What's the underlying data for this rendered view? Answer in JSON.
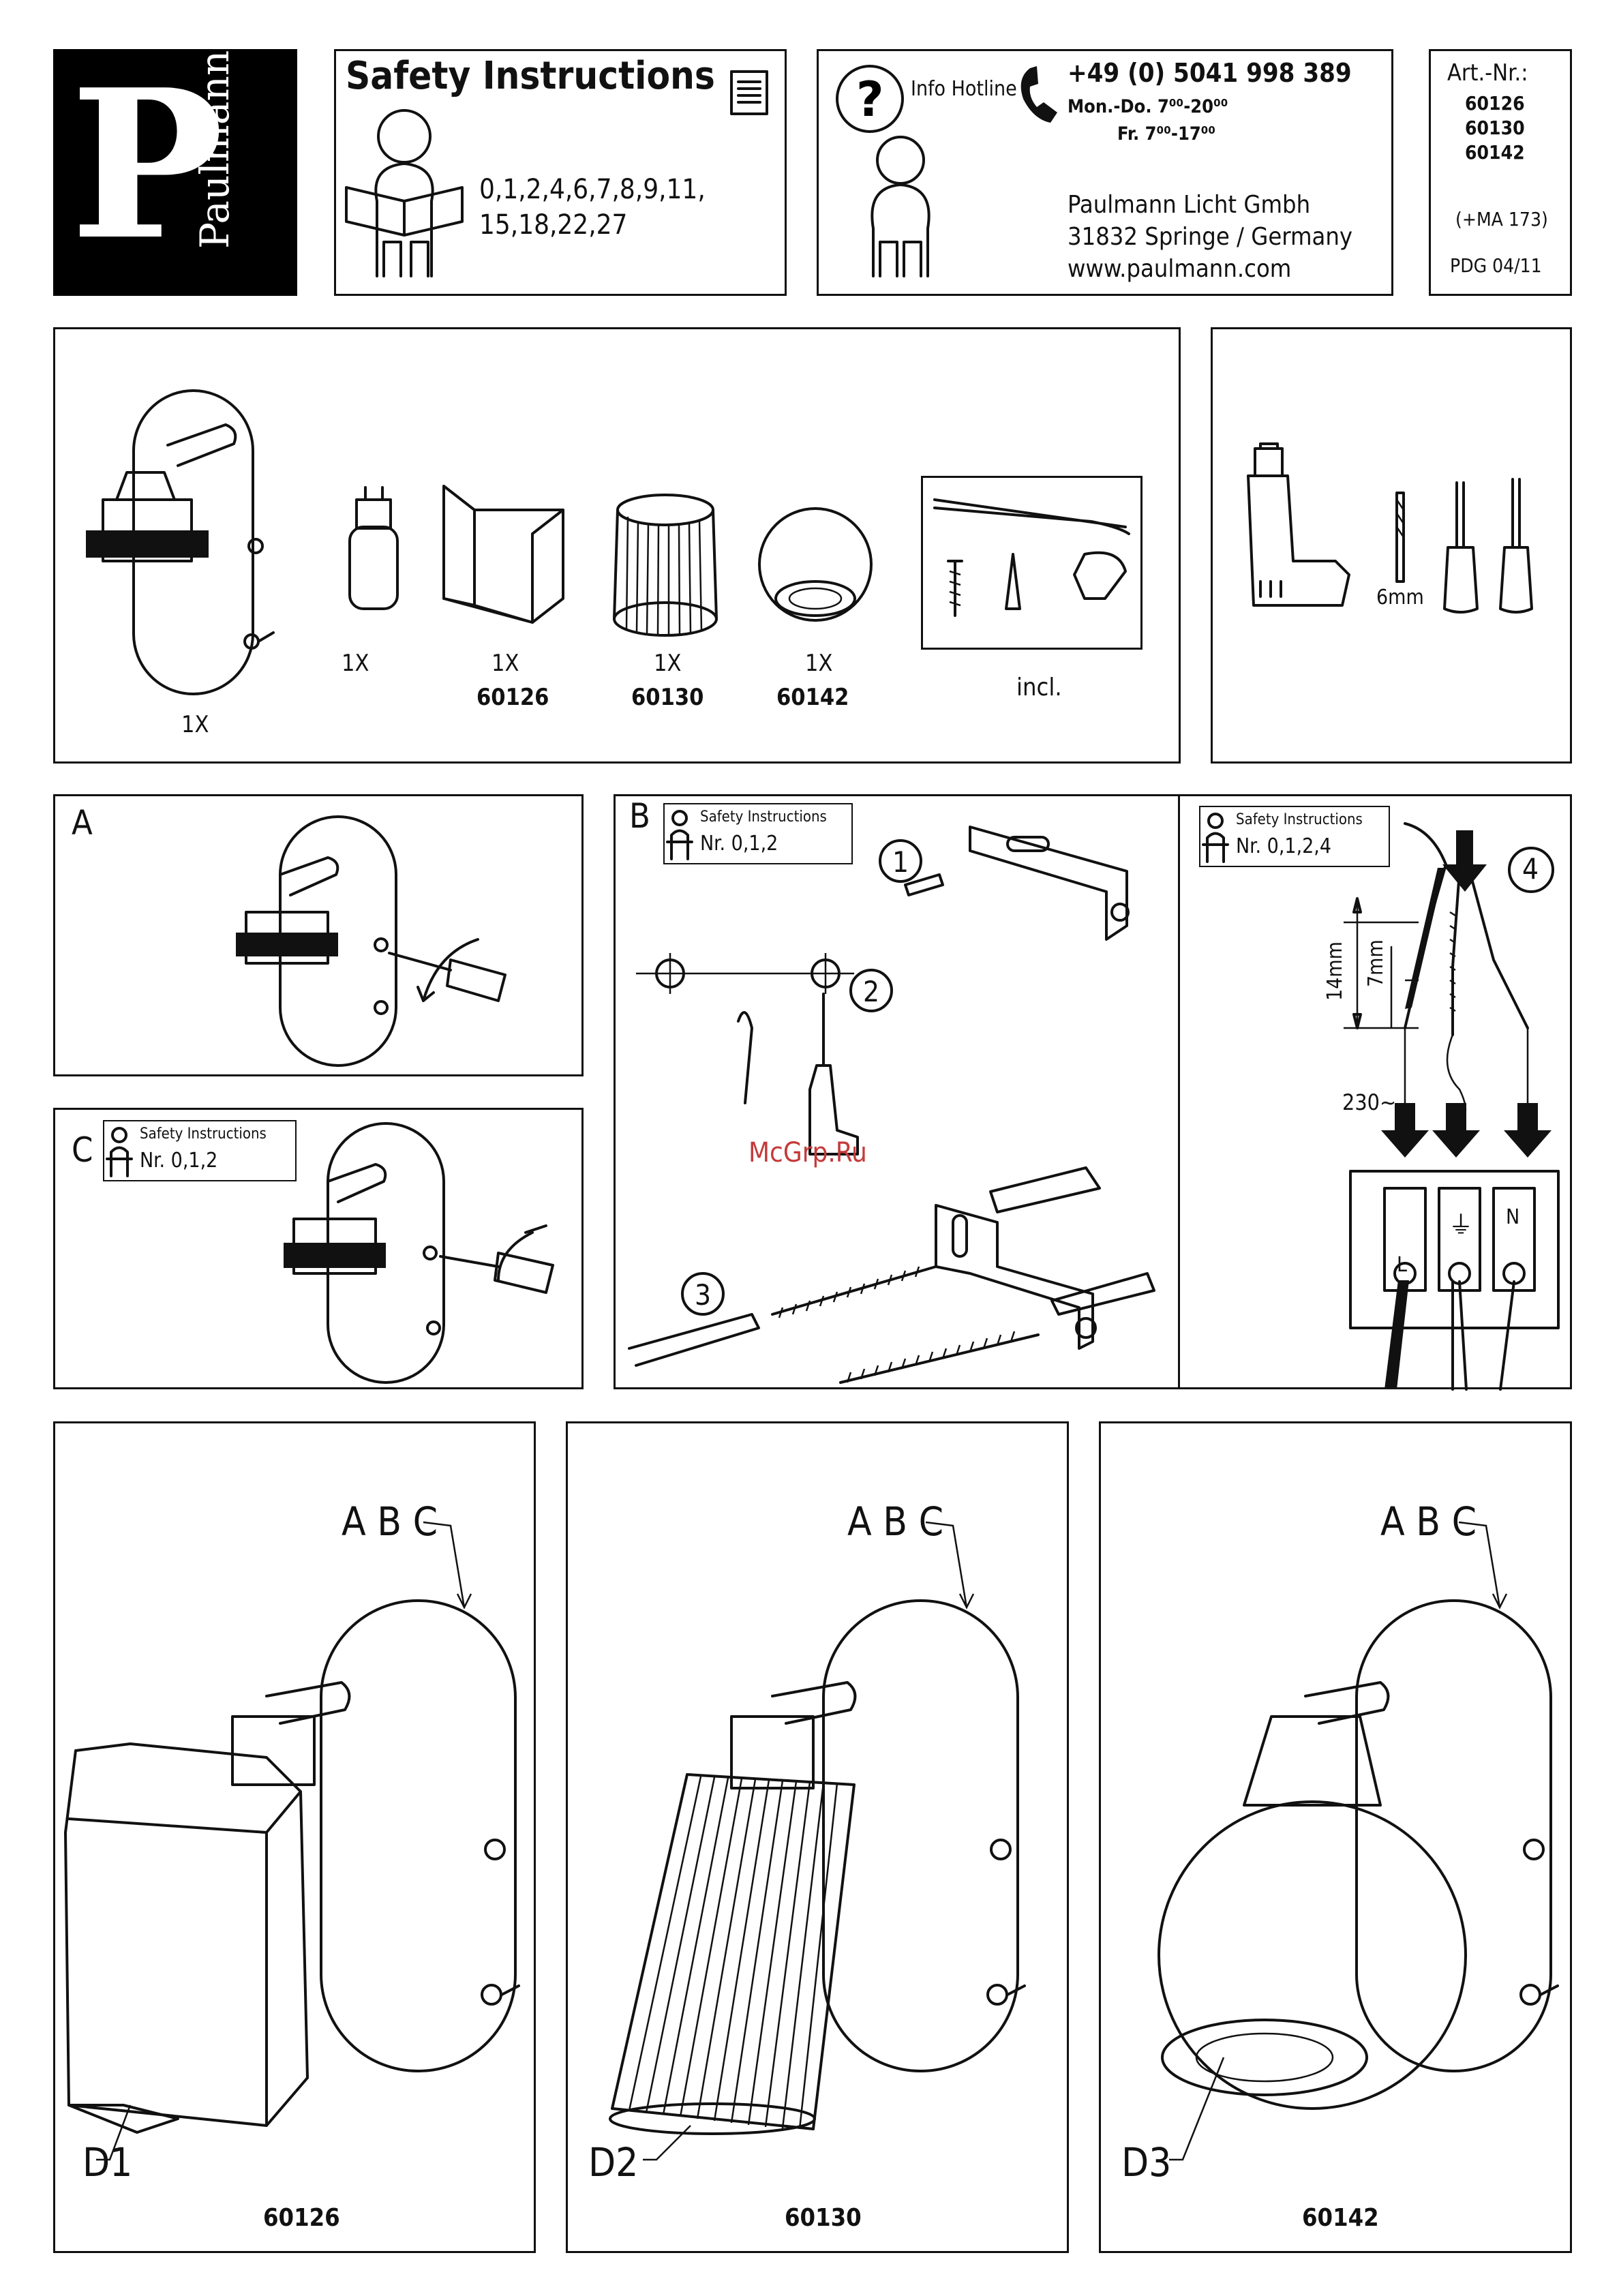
{
  "header": {
    "brand_name": "Paulmann",
    "brand_letter": "P",
    "safety_title": "Safety Instructions",
    "safety_numbers_line1": "0,1,2,4,6,7,8,9,11,",
    "safety_numbers_line2": "15,18,22,27",
    "hotline_label": "Info Hotline",
    "phone": "+49 (0) 5041 998 389",
    "hours_weekday": "Mon.-Do. 7⁰⁰-20⁰⁰",
    "hours_friday": "Fr.  7⁰⁰-17⁰⁰",
    "company": "Paulmann Licht Gmbh",
    "address": "31832 Springe / Germany",
    "website": "www.paulmann.com",
    "art_label": "Art.-Nr.:",
    "art_numbers": [
      "60126",
      "60130",
      "60142"
    ],
    "ma_note": "(+MA 173)",
    "pdg": "PDG 04/11"
  },
  "parts": {
    "base_qty": "1X",
    "bulb_qty": "1X",
    "items": [
      {
        "qty": "1X",
        "code": "60126"
      },
      {
        "qty": "1X",
        "code": "60130"
      },
      {
        "qty": "1X",
        "code": "60142"
      }
    ],
    "incl_label": "incl."
  },
  "tools": {
    "drill_size": "6mm"
  },
  "step_a": {
    "label": "A"
  },
  "step_b": {
    "label": "B",
    "si_title": "Safety Instructions",
    "si_numbers": "Nr. 0,1,2",
    "steps": [
      "1",
      "2",
      "3"
    ],
    "watermark": "McGrp.Ru"
  },
  "step_wiring": {
    "si_title": "Safety Instructions",
    "si_numbers": "Nr. 0,1,2,4",
    "step": "4",
    "dim_14": "14mm",
    "dim_7": "7mm",
    "voltage": "230~",
    "terminals": [
      "L",
      "⏚",
      "N"
    ]
  },
  "step_c": {
    "label": "C",
    "si_title": "Safety Instructions",
    "si_numbers": "Nr. 0,1,2"
  },
  "variants": [
    {
      "abc": "A B C",
      "d_label": "D1",
      "code": "60126"
    },
    {
      "abc": "A B C",
      "d_label": "D2",
      "code": "60130"
    },
    {
      "abc": "A B C",
      "d_label": "D3",
      "code": "60142"
    }
  ]
}
